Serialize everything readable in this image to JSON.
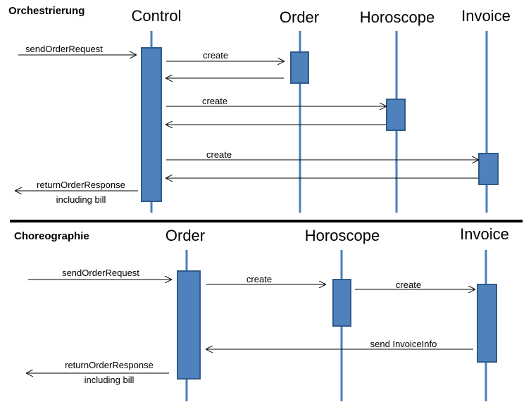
{
  "orchestration": {
    "title": "Orchestrierung",
    "participants": [
      "Control",
      "Order",
      "Horoscope",
      "Invoice"
    ],
    "messages": {
      "send_order_request": "sendOrderRequest",
      "create_order": "create",
      "create_horoscope": "create",
      "create_invoice": "create",
      "return_line1": "returnOrderResponse",
      "return_line2": "including bill"
    }
  },
  "choreography": {
    "title": "Choreographie",
    "participants": [
      "Order",
      "Horoscope",
      "Invoice"
    ],
    "messages": {
      "send_order_request": "sendOrderRequest",
      "create_horoscope": "create",
      "create_invoice": "create",
      "send_invoice_info": "send InvoiceInfo",
      "return_line1": "returnOrderResponse",
      "return_line2": "including bill"
    }
  }
}
